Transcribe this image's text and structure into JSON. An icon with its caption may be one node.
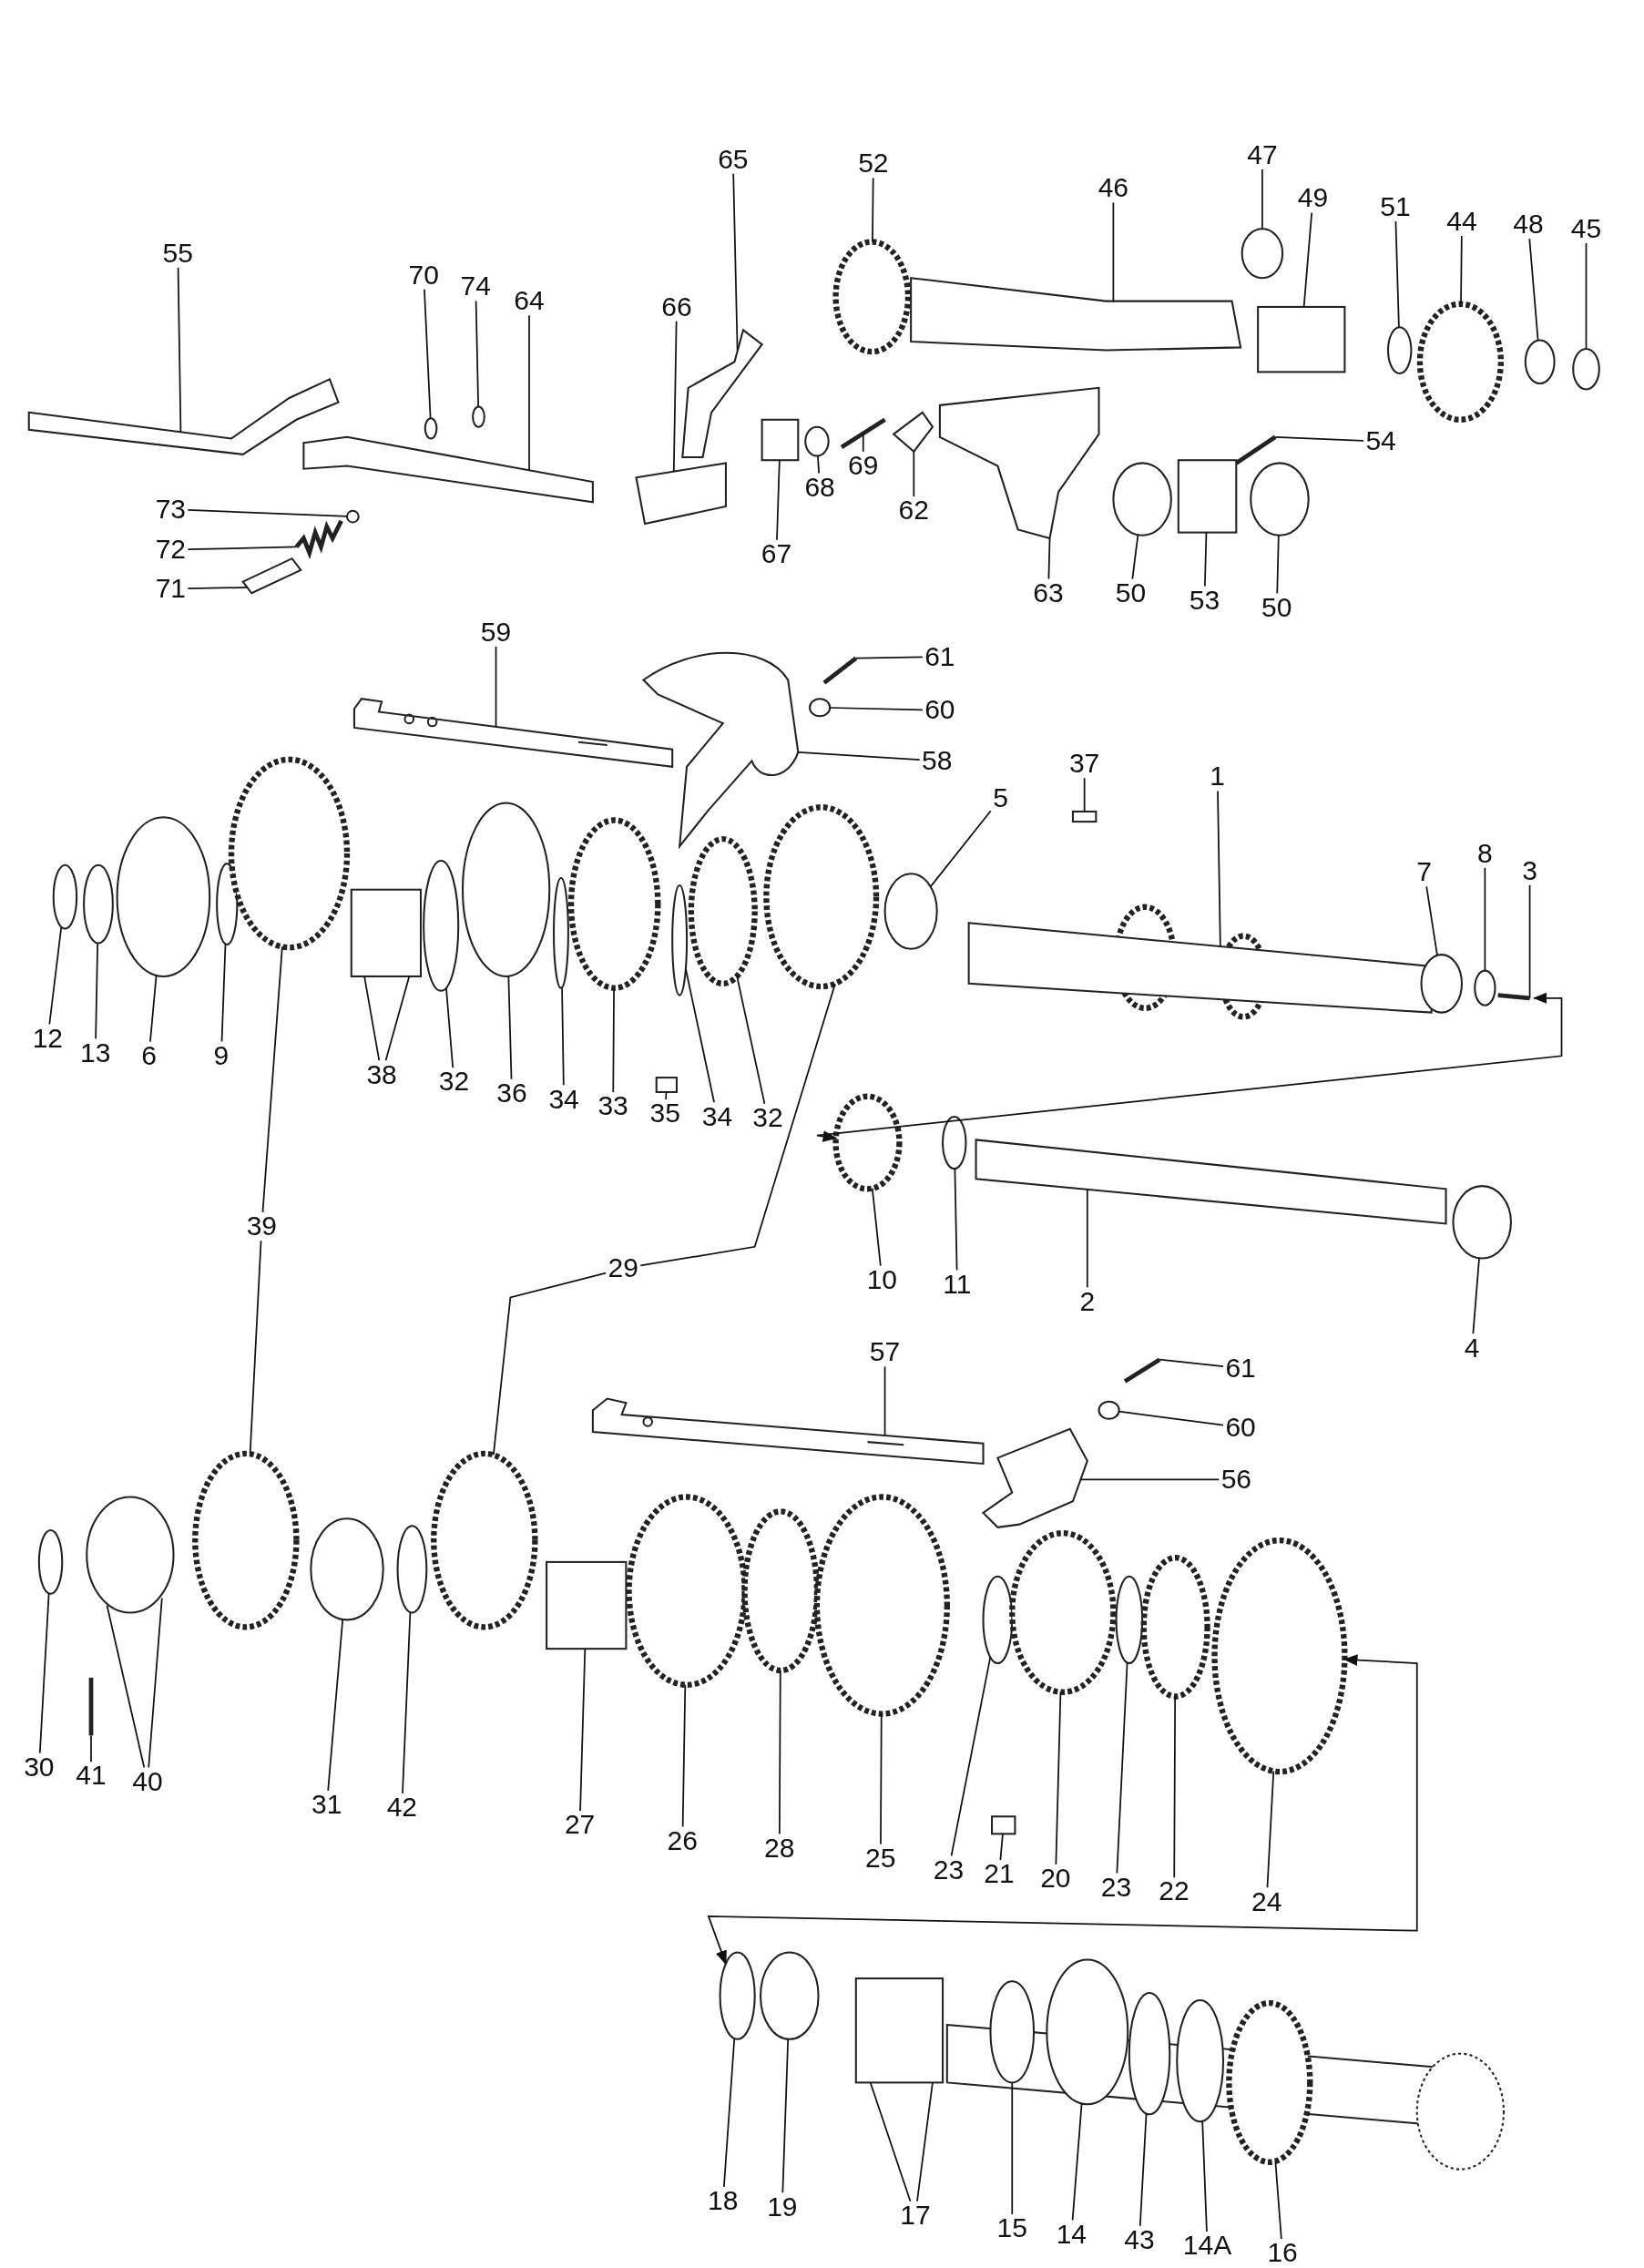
{
  "diagram": {
    "nodes": [
      {
        "text": [
          "55"
        ]
      },
      {
        "text": [
          "70"
        ]
      },
      {
        "text": [
          "74"
        ]
      },
      {
        "text": [
          "64"
        ]
      },
      {
        "text": [
          "65"
        ]
      },
      {
        "text": [
          "66"
        ]
      },
      {
        "text": [
          "52"
        ]
      },
      {
        "text": [
          "46"
        ]
      },
      {
        "text": [
          "47"
        ]
      },
      {
        "text": [
          "49"
        ]
      },
      {
        "text": [
          "51"
        ]
      },
      {
        "text": [
          "44"
        ]
      },
      {
        "text": [
          "48"
        ]
      },
      {
        "text": [
          "45"
        ]
      },
      {
        "text": [
          "73"
        ]
      },
      {
        "text": [
          "72"
        ]
      },
      {
        "text": [
          "71"
        ]
      },
      {
        "text": [
          "68"
        ]
      },
      {
        "text": [
          "69"
        ]
      },
      {
        "text": [
          "67"
        ]
      },
      {
        "text": [
          "62"
        ]
      },
      {
        "text": [
          "63"
        ]
      },
      {
        "text": [
          "54"
        ]
      },
      {
        "text": [
          "50"
        ]
      },
      {
        "text": [
          "53"
        ]
      },
      {
        "text": [
          "50"
        ]
      },
      {
        "text": [
          "59"
        ]
      },
      {
        "text": [
          "61"
        ]
      },
      {
        "text": [
          "60"
        ]
      },
      {
        "text": [
          "58"
        ]
      },
      {
        "text": [
          "5"
        ]
      },
      {
        "text": [
          "37"
        ]
      },
      {
        "text": [
          "1"
        ]
      },
      {
        "text": [
          "7"
        ]
      },
      {
        "text": [
          "8"
        ]
      },
      {
        "text": [
          "3"
        ]
      },
      {
        "text": [
          "12"
        ]
      },
      {
        "text": [
          "13"
        ]
      },
      {
        "text": [
          "6"
        ]
      },
      {
        "text": [
          "9"
        ]
      },
      {
        "text": [
          "38"
        ]
      },
      {
        "text": [
          "32"
        ]
      },
      {
        "text": [
          "36"
        ]
      },
      {
        "text": [
          "34"
        ]
      },
      {
        "text": [
          "33"
        ]
      },
      {
        "text": [
          "35"
        ]
      },
      {
        "text": [
          "34"
        ]
      },
      {
        "text": [
          "32"
        ]
      },
      {
        "text": [
          "39"
        ]
      },
      {
        "text": [
          "29"
        ]
      },
      {
        "text": [
          "10"
        ]
      },
      {
        "text": [
          "11"
        ]
      },
      {
        "text": [
          "2"
        ]
      },
      {
        "text": [
          "4"
        ]
      },
      {
        "text": [
          "57"
        ]
      },
      {
        "text": [
          "61"
        ]
      },
      {
        "text": [
          "60"
        ]
      },
      {
        "text": [
          "56"
        ]
      },
      {
        "text": [
          "30"
        ]
      },
      {
        "text": [
          "41"
        ]
      },
      {
        "text": [
          "40"
        ]
      },
      {
        "text": [
          "31"
        ]
      },
      {
        "text": [
          "42"
        ]
      },
      {
        "text": [
          "27"
        ]
      },
      {
        "text": [
          "26"
        ]
      },
      {
        "text": [
          "28"
        ]
      },
      {
        "text": [
          "25"
        ]
      },
      {
        "text": [
          "23"
        ]
      },
      {
        "text": [
          "21"
        ]
      },
      {
        "text": [
          "20"
        ]
      },
      {
        "text": [
          "23"
        ]
      },
      {
        "text": [
          "22"
        ]
      },
      {
        "text": [
          "24"
        ]
      },
      {
        "text": [
          "18"
        ]
      },
      {
        "text": [
          "19"
        ]
      },
      {
        "text": [
          "17"
        ]
      },
      {
        "text": [
          "15"
        ]
      },
      {
        "text": [
          "14"
        ]
      },
      {
        "text": [
          "43"
        ]
      },
      {
        "text": [
          "14A"
        ]
      },
      {
        "text": [
          "16"
        ]
      },
      {
        "text": [],
        "shape": "picture"
      },
      {
        "text": [],
        "shape": "circle"
      },
      {
        "text": [],
        "shape": "circle"
      },
      {
        "text": [],
        "shape": "picture"
      },
      {
        "text": [],
        "shape": "picture"
      },
      {
        "text": [],
        "shape": "picture"
      },
      {
        "text": [],
        "shape": "circle"
      },
      {
        "text": [],
        "shape": "picture"
      },
      {
        "text": [],
        "shape": "circle"
      },
      {
        "text": [],
        "shape": "box"
      },
      {
        "text": [],
        "shape": "circle"
      },
      {
        "text": [],
        "shape": "circle"
      },
      {
        "text": [],
        "shape": "circle"
      },
      {
        "text": [],
        "shape": "circle"
      },
      {
        "text": [],
        "shape": "circle"
      },
      {
        "text": [],
        "shape": "picture"
      },
      {
        "text": [],
        "shape": "picture"
      },
      {
        "text": [],
        "shape": "circle"
      },
      {
        "text": [],
        "shape": "picture"
      },
      {
        "text": [],
        "shape": "box"
      },
      {
        "text": [],
        "shape": "picture"
      },
      {
        "text": [],
        "shape": "picture"
      },
      {
        "text": [],
        "shape": "picture"
      },
      {
        "text": [],
        "shape": "circle"
      },
      {
        "text": [],
        "shape": "box"
      },
      {
        "text": [],
        "shape": "circle"
      },
      {
        "text": [],
        "shape": "picture"
      },
      {
        "text": [],
        "shape": "picture"
      },
      {
        "text": [],
        "shape": "circle"
      },
      {
        "text": [],
        "shape": "picture"
      },
      {
        "text": [],
        "shape": "circle"
      },
      {
        "text": [],
        "shape": "box"
      },
      {
        "text": [],
        "shape": "picture"
      },
      {
        "text": [],
        "shape": "circle"
      },
      {
        "text": [],
        "shape": "circle"
      },
      {
        "text": [],
        "shape": "picture"
      },
      {
        "text": [],
        "shape": "circle"
      },
      {
        "text": [],
        "shape": "circle"
      },
      {
        "text": [],
        "shape": "circle"
      },
      {
        "text": [],
        "shape": "circle"
      },
      {
        "text": [],
        "shape": "box"
      },
      {
        "text": [],
        "shape": "circle"
      },
      {
        "text": [],
        "shape": "circle"
      },
      {
        "text": [],
        "shape": "circle"
      },
      {
        "text": [],
        "shape": "circle"
      },
      {
        "text": [],
        "shape": "box"
      },
      {
        "text": [],
        "shape": "circle"
      },
      {
        "text": [],
        "shape": "circle"
      },
      {
        "text": [],
        "shape": "circle"
      },
      {
        "text": [],
        "shape": "circle"
      },
      {
        "text": [],
        "shape": "circle"
      },
      {
        "text": [],
        "shape": "circle"
      },
      {
        "text": [],
        "shape": "picture"
      },
      {
        "text": [],
        "shape": "circle"
      },
      {
        "text": [],
        "shape": "picture"
      },
      {
        "text": [],
        "shape": "picture"
      },
      {
        "text": [],
        "shape": "circle"
      },
      {
        "text": [],
        "shape": "picture"
      },
      {
        "text": [],
        "shape": "circle"
      },
      {
        "text": [],
        "shape": "picture"
      },
      {
        "text": [],
        "shape": "circle"
      },
      {
        "text": [],
        "shape": "circle"
      },
      {
        "text": [],
        "shape": "circle"
      },
      {
        "text": [],
        "shape": "circle"
      },
      {
        "text": [],
        "shape": "circle"
      },
      {
        "text": [],
        "shape": "box"
      },
      {
        "text": [],
        "shape": "circle"
      },
      {
        "text": [],
        "shape": "circle"
      },
      {
        "text": [],
        "shape": "circle"
      },
      {
        "text": [],
        "shape": "circle"
      },
      {
        "text": [],
        "shape": "box"
      },
      {
        "text": [],
        "shape": "circle"
      },
      {
        "text": [],
        "shape": "circle"
      },
      {
        "text": [],
        "shape": "circle"
      },
      {
        "text": [],
        "shape": "circle"
      },
      {
        "text": [],
        "shape": "circle"
      },
      {
        "text": [],
        "shape": "circle"
      },
      {
        "text": [],
        "shape": "box"
      },
      {
        "text": [],
        "shape": "circle"
      },
      {
        "text": [],
        "shape": "circle"
      },
      {
        "text": [],
        "shape": "circle"
      },
      {
        "text": [],
        "shape": "circle"
      },
      {
        "text": [],
        "shape": "circle"
      }
    ],
    "edges": [
      {
        "from": 0,
        "to": 81,
        "arrow": "none"
      },
      {
        "from": 1,
        "to": 82,
        "arrow": "none"
      },
      {
        "from": 2,
        "to": 83,
        "arrow": "none"
      },
      {
        "from": 3,
        "to": 84,
        "arrow": "none"
      },
      {
        "from": 4,
        "to": 85,
        "arrow": "none"
      },
      {
        "from": 5,
        "to": 86,
        "arrow": "none"
      },
      {
        "from": 6,
        "to": 87,
        "arrow": "none"
      },
      {
        "from": 7,
        "to": 88,
        "arrow": "none"
      },
      {
        "from": 8,
        "to": 89,
        "arrow": "none"
      },
      {
        "from": 9,
        "to": 90,
        "arrow": "none"
      },
      {
        "from": 10,
        "to": 91,
        "arrow": "none"
      },
      {
        "from": 11,
        "to": 92,
        "arrow": "none"
      },
      {
        "from": 12,
        "to": 93,
        "arrow": "none"
      },
      {
        "from": 13,
        "to": 94,
        "arrow": "none"
      },
      {
        "from": 14,
        "to": 95,
        "arrow": "none"
      },
      {
        "from": 15,
        "to": 96,
        "arrow": "none"
      },
      {
        "from": 16,
        "to": 97,
        "arrow": "none"
      },
      {
        "from": 17,
        "to": 98,
        "arrow": "none"
      },
      {
        "from": 18,
        "to": 99,
        "arrow": "none"
      },
      {
        "from": 19,
        "to": 100,
        "arrow": "none"
      },
      {
        "from": 20,
        "to": 101,
        "arrow": "none"
      },
      {
        "from": 21,
        "to": 102,
        "arrow": "none"
      },
      {
        "from": 22,
        "to": 103,
        "arrow": "none"
      },
      {
        "from": 23,
        "to": 104,
        "arrow": "none"
      },
      {
        "from": 24,
        "to": 105,
        "arrow": "none"
      },
      {
        "from": 25,
        "to": 106,
        "arrow": "none"
      },
      {
        "from": 26,
        "to": 107,
        "arrow": "none"
      },
      {
        "from": 27,
        "to": 108,
        "arrow": "none"
      },
      {
        "from": 28,
        "to": 109,
        "arrow": "none"
      },
      {
        "from": 29,
        "to": 110,
        "arrow": "none"
      },
      {
        "from": 30,
        "to": 111,
        "arrow": "none"
      },
      {
        "from": 31,
        "to": 112,
        "arrow": "none"
      },
      {
        "from": 32,
        "to": 113,
        "arrow": "none"
      },
      {
        "from": 33,
        "to": 114,
        "arrow": "none"
      },
      {
        "from": 34,
        "to": 115,
        "arrow": "none"
      },
      {
        "from": 35,
        "to": 116,
        "arrow": "none"
      },
      {
        "from": 36,
        "to": 117,
        "arrow": "none"
      },
      {
        "from": 37,
        "to": 118,
        "arrow": "none"
      },
      {
        "from": 38,
        "to": 119,
        "arrow": "none"
      },
      {
        "from": 39,
        "to": 120,
        "arrow": "none"
      },
      {
        "from": 40,
        "to": 121,
        "arrow": "none"
      },
      {
        "from": 41,
        "to": 122,
        "arrow": "none"
      },
      {
        "from": 42,
        "to": 123,
        "arrow": "none"
      },
      {
        "from": 43,
        "to": 124,
        "arrow": "none"
      },
      {
        "from": 44,
        "to": 125,
        "arrow": "none"
      },
      {
        "from": 45,
        "to": 126,
        "arrow": "none"
      },
      {
        "from": 46,
        "to": 127,
        "arrow": "none"
      },
      {
        "from": 47,
        "to": 128,
        "arrow": "none"
      },
      {
        "from": 48,
        "to": 129,
        "arrow": "none"
      },
      {
        "from": 48,
        "to": 142,
        "arrow": "none"
      },
      {
        "from": 49,
        "to": 130,
        "arrow": "none"
      },
      {
        "from": 49,
        "to": 145,
        "arrow": "none"
      },
      {
        "from": 50,
        "to": 131,
        "arrow": "none"
      },
      {
        "from": 51,
        "to": 132,
        "arrow": "none"
      },
      {
        "from": 52,
        "to": 133,
        "arrow": "none"
      },
      {
        "from": 53,
        "to": 134,
        "arrow": "none"
      },
      {
        "from": 54,
        "to": 135,
        "arrow": "none"
      },
      {
        "from": 55,
        "to": 136,
        "arrow": "none"
      },
      {
        "from": 56,
        "to": 137,
        "arrow": "none"
      },
      {
        "from": 57,
        "to": 138,
        "arrow": "none"
      },
      {
        "from": 58,
        "to": 139,
        "arrow": "none"
      },
      {
        "from": 59,
        "to": 140,
        "arrow": "none"
      },
      {
        "from": 60,
        "to": 141,
        "arrow": "none"
      },
      {
        "from": 61,
        "to": 143,
        "arrow": "none"
      },
      {
        "from": 62,
        "to": 144,
        "arrow": "none"
      },
      {
        "from": 63,
        "to": 146,
        "arrow": "none"
      },
      {
        "from": 64,
        "to": 147,
        "arrow": "none"
      },
      {
        "from": 65,
        "to": 148,
        "arrow": "none"
      },
      {
        "from": 66,
        "to": 149,
        "arrow": "none"
      },
      {
        "from": 67,
        "to": 150,
        "arrow": "none"
      },
      {
        "from": 68,
        "to": 151,
        "arrow": "none"
      },
      {
        "from": 69,
        "to": 152,
        "arrow": "none"
      },
      {
        "from": 70,
        "to": 153,
        "arrow": "none"
      },
      {
        "from": 71,
        "to": 154,
        "arrow": "none"
      },
      {
        "from": 72,
        "to": 155,
        "arrow": "none"
      },
      {
        "from": 73,
        "to": 156,
        "arrow": "none"
      },
      {
        "from": 74,
        "to": 157,
        "arrow": "none"
      },
      {
        "from": 75,
        "to": 158,
        "arrow": "none"
      },
      {
        "from": 76,
        "to": 159,
        "arrow": "none"
      },
      {
        "from": 77,
        "to": 160,
        "arrow": "none"
      },
      {
        "from": 78,
        "to": 161,
        "arrow": "none"
      },
      {
        "from": 79,
        "to": 162,
        "arrow": "none"
      },
      {
        "from": 80,
        "to": 163,
        "arrow": "none"
      },
      {
        "from": 116,
        "to": 131,
        "arrow": "both"
      },
      {
        "from": 155,
        "to": 156,
        "arrow": "both"
      }
    ]
  }
}
